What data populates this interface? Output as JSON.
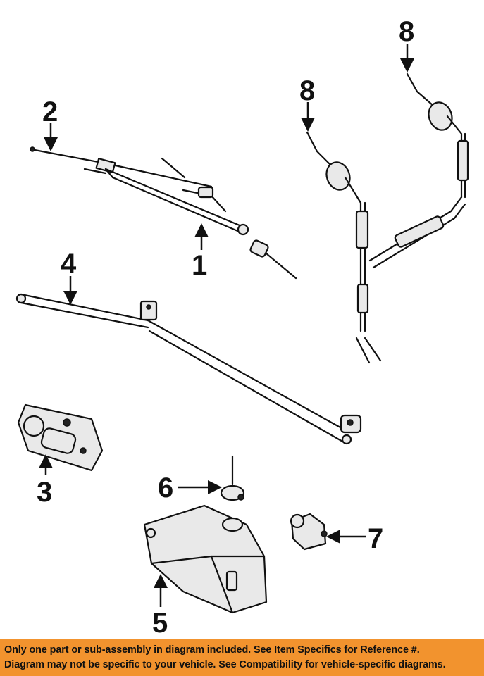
{
  "callouts": {
    "c1": "1",
    "c2": "2",
    "c3": "3",
    "c4": "4",
    "c5": "5",
    "c6": "6",
    "c7": "7",
    "c8a": "8",
    "c8b": "8"
  },
  "banner": {
    "line1": "Only one part or sub-assembly in diagram included. See Item Specifics for Reference #.",
    "line2": "Diagram may not be specific to your vehicle. See Compatibility for vehicle-specific diagrams."
  },
  "colors": {
    "banner_background": "#f2932e",
    "line_art": "#111111"
  }
}
